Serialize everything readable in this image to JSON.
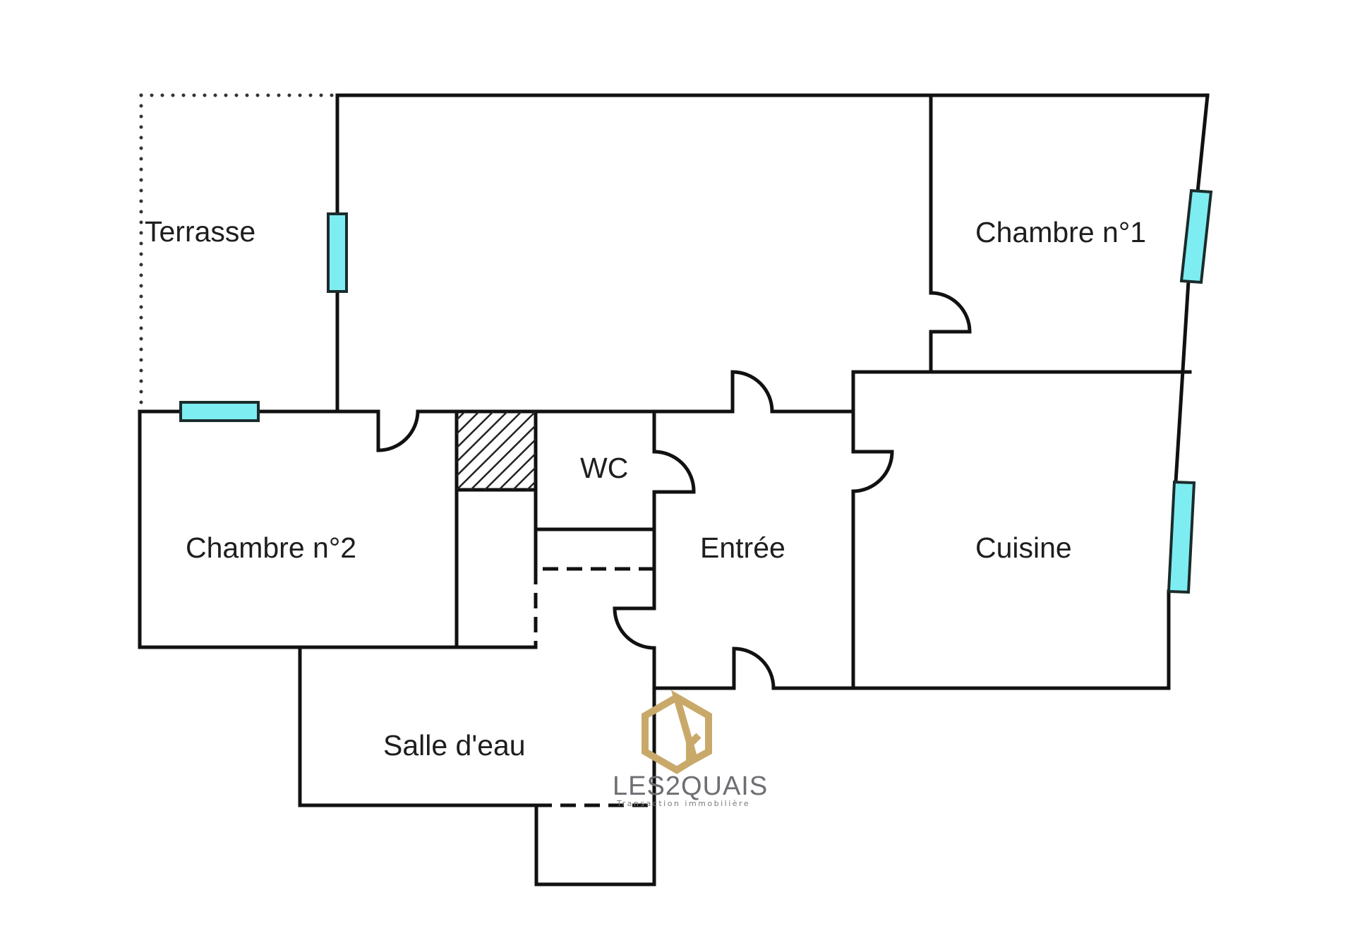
{
  "plan": {
    "title": "Plan de l'appartement",
    "rooms": [
      {
        "id": "terrasse",
        "label": "Terrasse"
      },
      {
        "id": "chambre1",
        "label": "Chambre n°1"
      },
      {
        "id": "chambre2",
        "label": "Chambre n°2"
      },
      {
        "id": "wc",
        "label": "WC"
      },
      {
        "id": "entree",
        "label": "Entrée"
      },
      {
        "id": "cuisine",
        "label": "Cuisine"
      },
      {
        "id": "salle-eau",
        "label": "Salle d'eau"
      }
    ],
    "colors": {
      "wall": "#111111",
      "window": "#7DEDF2",
      "logo_gold": "#C9A96A",
      "logo_text": "#6e6e73"
    }
  },
  "logo": {
    "name": "LES2QUAIS",
    "tagline": "Transaction immobilière"
  }
}
